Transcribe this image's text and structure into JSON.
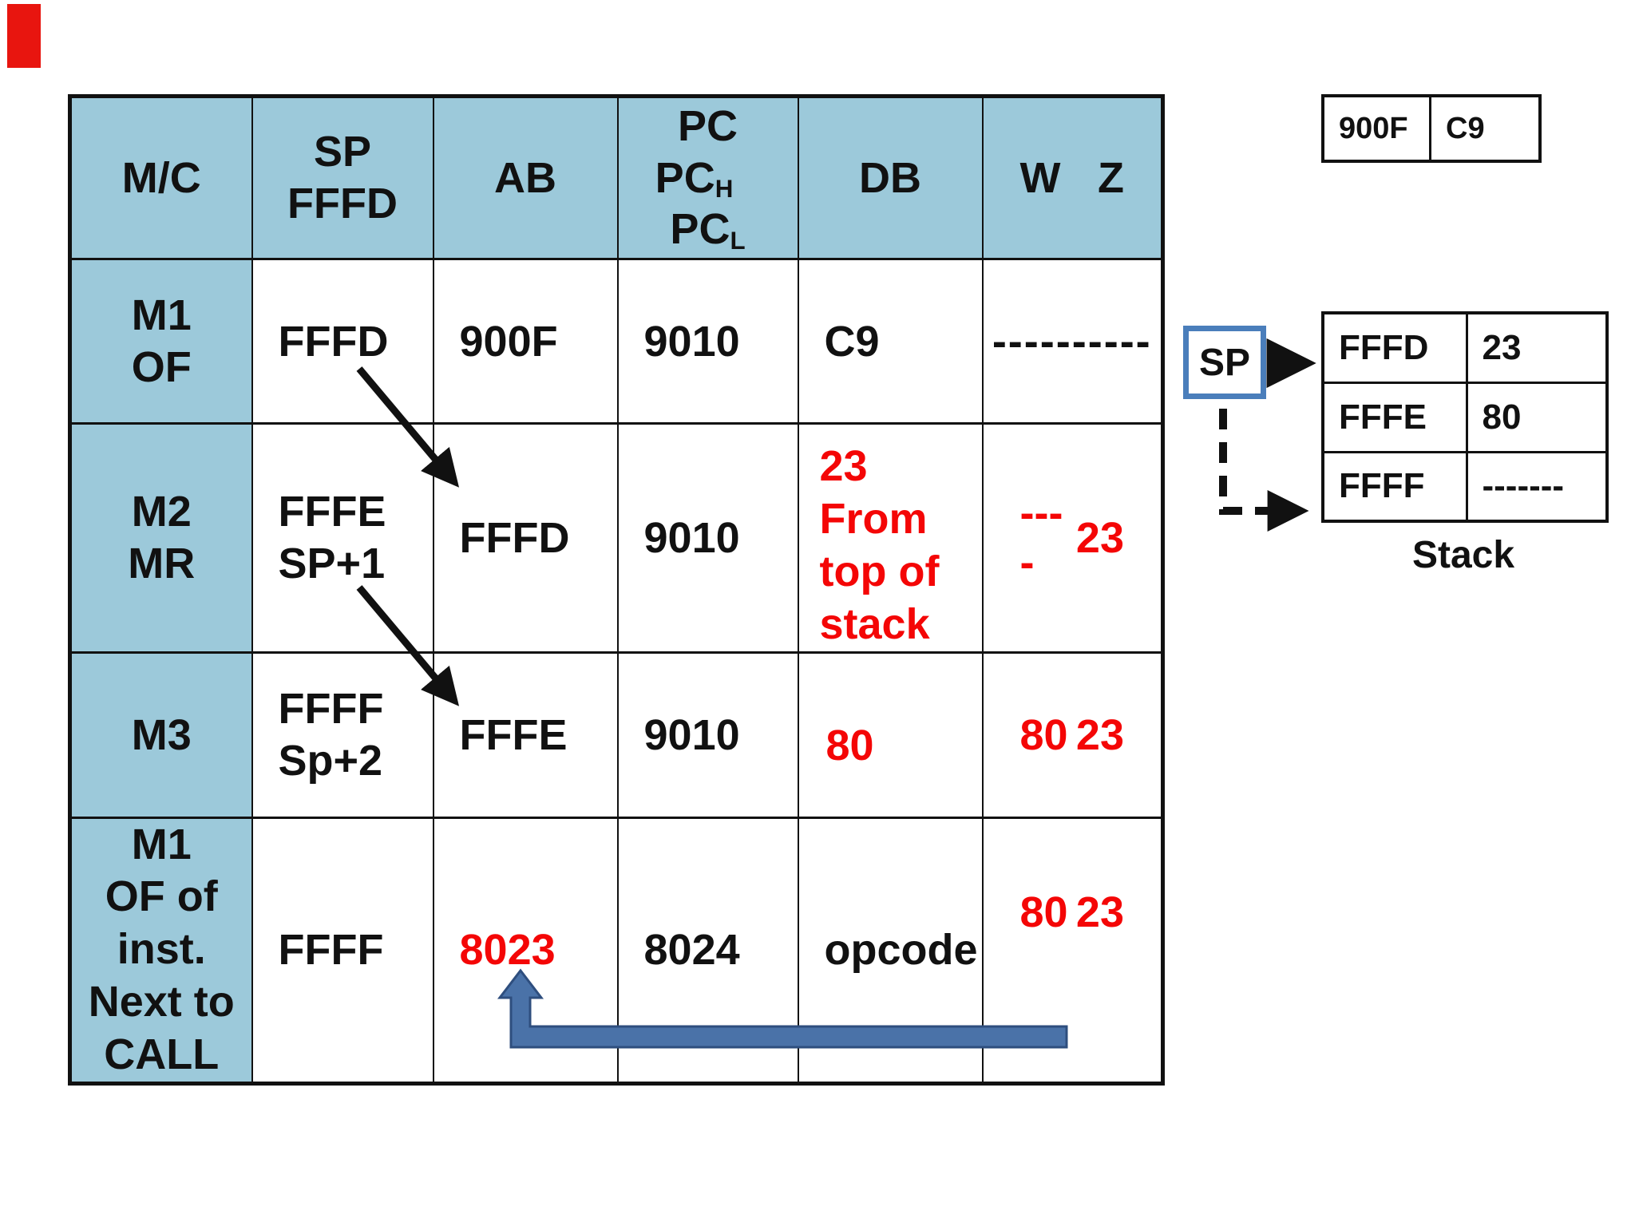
{
  "colors": {
    "header_fill": "#9CC9DA",
    "accent_red": "#F40606",
    "arrow_blue": "#4A72A8",
    "sp_box_border": "#4A7EBB",
    "marker_red": "#E8150F"
  },
  "table": {
    "header": {
      "mc": "M/C",
      "sp1": "SP",
      "sp2": "FFFD",
      "ab": "AB",
      "pc": "PC",
      "pc_h_base": "PC",
      "pc_h_sub": "H",
      "pc_l_base": "PC",
      "pc_l_sub": "L",
      "db": "DB",
      "w": "W",
      "z": "Z"
    },
    "rows": [
      {
        "label1": "M1",
        "label2": "OF",
        "sp": "FFFD",
        "ab": "900F",
        "pc": "9010",
        "db": "C9",
        "wz_dashes": "----------"
      },
      {
        "label1": "M2",
        "label2": "MR",
        "sp1": "FFFE",
        "sp2": "SP+1",
        "ab": "FFFD",
        "pc": "9010",
        "db1": "23",
        "db2": "From",
        "db3": "top of",
        "db4": "stack",
        "w": "----",
        "z": "23"
      },
      {
        "label1": "M3",
        "sp1": "FFFF",
        "sp2": "Sp+2",
        "ab": "FFFE",
        "pc": "9010",
        "db": "80",
        "w": "80",
        "z": "23"
      },
      {
        "label1": "M1",
        "label2": "OF of",
        "label3": "inst.",
        "label4": "Next to",
        "label5": "CALL",
        "sp": "FFFF",
        "ab": "8023",
        "pc": "8024",
        "db": "opcode",
        "w": "80",
        "z": "23"
      }
    ]
  },
  "memory_box": {
    "addr": "900F",
    "data": "C9"
  },
  "sp_pointer": {
    "label": "SP"
  },
  "stack": {
    "rows": [
      {
        "addr": "FFFD",
        "val": "23"
      },
      {
        "addr": "FFFE",
        "val": "80"
      },
      {
        "addr": "FFFF",
        "val": "-------"
      }
    ],
    "caption": "Stack"
  }
}
